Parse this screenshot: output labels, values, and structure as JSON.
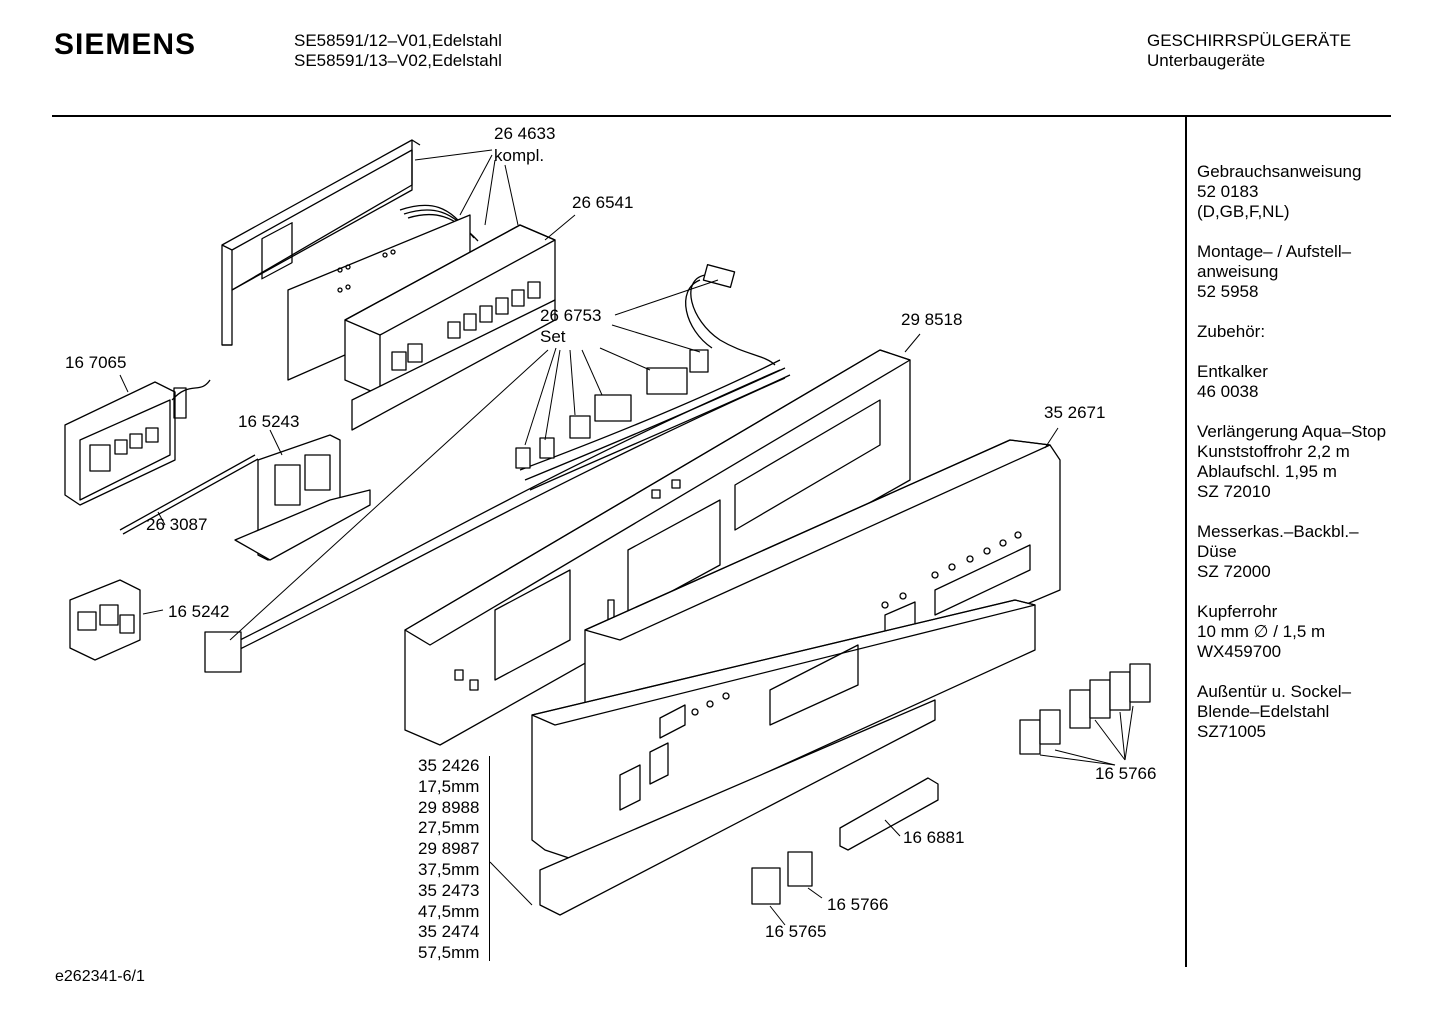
{
  "header": {
    "brand": "SIEMENS",
    "models": [
      "SE58591/12–V01,Edelstahl",
      "SE58591/13–V02,Edelstahl"
    ],
    "category": [
      "GESCHIRRSPÜLGERÄTE",
      "Unterbaugeräte"
    ]
  },
  "sidebar": [
    {
      "lines": [
        "Gebrauchsanweisung",
        "52 0183",
        "(D,GB,F,NL)"
      ]
    },
    {
      "lines": [
        "Montage– / Aufstell–",
        "anweisung",
        "52 5958"
      ]
    },
    {
      "lines": [
        "Zubehör:"
      ]
    },
    {
      "lines": [
        "Entkalker",
        "46 0038"
      ]
    },
    {
      "lines": [
        "Verlängerung Aqua–Stop",
        "Kunststoffrohr 2,2 m",
        "Ablaufschl. 1,95 m",
        "SZ 72010"
      ]
    },
    {
      "lines": [
        "Messerkas.–Backbl.–",
        "Düse",
        "SZ 72000"
      ]
    },
    {
      "lines": [
        "Kupferrohr",
        "10 mm ∅ / 1,5 m",
        "WX459700"
      ]
    },
    {
      "lines": [
        "Außentür u. Sockel–",
        "Blende–Edelstahl",
        "SZ71005"
      ]
    }
  ],
  "parts": {
    "p264633": "26 4633",
    "p264633_note": "kompl.",
    "p266541": "26 6541",
    "p266753": "26 6753",
    "p266753_note": "Set",
    "p298518": "29 8518",
    "p167065": "16 7065",
    "p165243": "16 5243",
    "p352671": "35 2671",
    "p263087": "26 3087",
    "p165242": "16 5242",
    "p165766a": "16 5766",
    "p166881": "16 6881",
    "p165766b": "16 5766",
    "p165765": "16 5765"
  },
  "variant_list": [
    "35 2426",
    "17,5mm",
    "29 8988",
    "27,5mm",
    "29 8987",
    "37,5mm",
    "35 2473",
    "47,5mm",
    "35 2474",
    "57,5mm"
  ],
  "footer": {
    "code": "e262341-6/1"
  }
}
